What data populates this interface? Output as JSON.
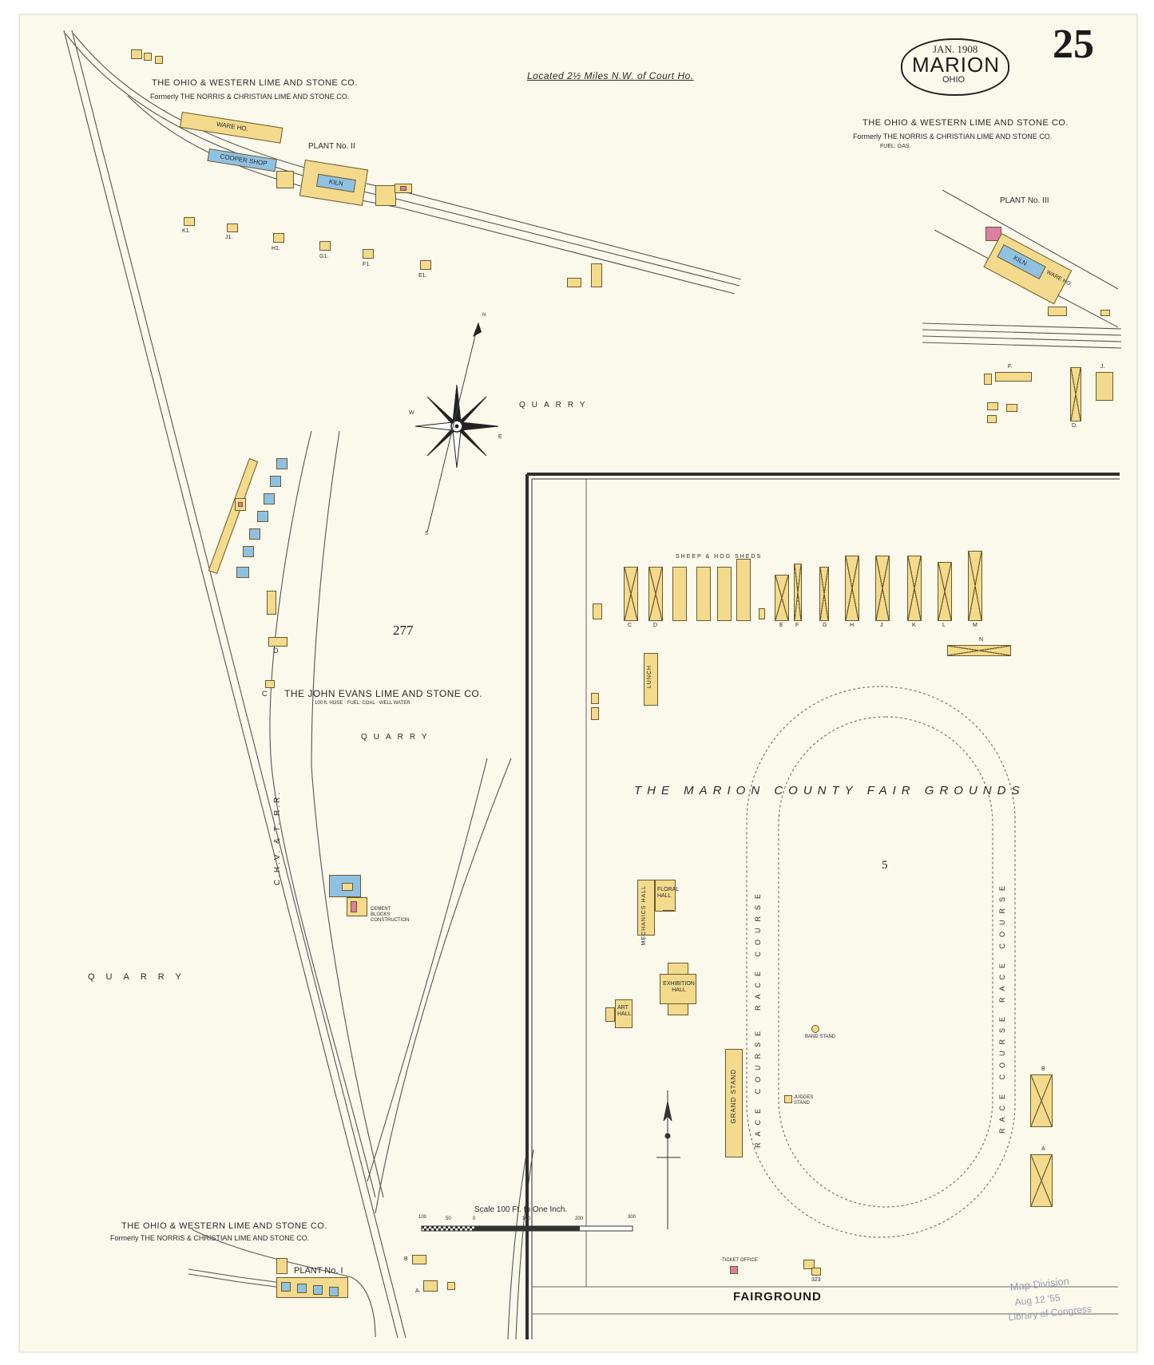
{
  "header": {
    "date": "JAN. 1908",
    "city": "MARION",
    "state": "OHIO",
    "sheet_number": "25",
    "location_note": "Located 2½ Miles N.W. of Court Ho."
  },
  "companies": {
    "plant2": {
      "name": "THE OHIO & WESTERN LIME AND STONE CO.",
      "formerly": "Formerly THE NORRIS & CHRISTIAN LIME AND STONE CO.",
      "plant": "PLANT No. II",
      "labels": {
        "warehouse": "WARE HO.",
        "cooper": "COOPER SHOP",
        "kiln": "KILN"
      },
      "houses": [
        "K1.",
        "J1.",
        "H1.",
        "G1.",
        "F1.",
        "E1."
      ]
    },
    "plant3": {
      "name": "THE OHIO & WESTERN LIME AND STONE CO.",
      "formerly": "Formerly THE NORRIS & CHRISTIAN LIME AND STONE CO.",
      "fuel": "FUEL: GAS.",
      "plant": "PLANT No. III",
      "labels": {
        "kiln": "KILN",
        "warehouse": "WARE HO."
      },
      "houses": [
        "F.",
        "J.",
        "D."
      ]
    },
    "plant1": {
      "name": "THE OHIO & WESTERN LIME AND STONE CO.",
      "formerly": "Formerly THE NORRIS & CHRISTIAN LIME AND STONE CO.",
      "plant": "PLANT No. I",
      "houses": [
        "B",
        "A."
      ]
    },
    "evans": {
      "name": "THE JOHN EVANS LIME AND STONE CO.",
      "detail": "100 ft. HOSE · FUEL: COAL · WELL WATER",
      "houses": [
        "C",
        "D"
      ],
      "cement": "CEMENT BLOCKS CONSTRUCTION"
    }
  },
  "quarry_labels": [
    "QUARRY",
    "QUARRY",
    "QUARRY"
  ],
  "railroad": "C.H.V. & T. R.R.",
  "block_numbers": {
    "west": "277",
    "fairgrounds": "5"
  },
  "fairgrounds": {
    "title": "THE MARION COUNTY FAIR GROUNDS",
    "sheds_label": "SHEEP & HOG SHEDS",
    "shed_letters": [
      "C",
      "D",
      "E",
      "F",
      "G",
      "H",
      "J",
      "K",
      "L",
      "M",
      "N"
    ],
    "lunch": "LUNCH",
    "mechanics_hall": "MECHANICS HALL",
    "floral_hall": "FLORAL HALL",
    "exhibition_hall": "EXHIBITION HALL",
    "art_hall": "ART HALL",
    "grand_stand": "GRAND STAND",
    "race_course": "RACE COURSE",
    "band_stand": "BAND STAND",
    "judges_stand": "JUDGES STAND",
    "ticket_office": "TICKET OFFICE",
    "east_letters": [
      "B",
      "A"
    ]
  },
  "compass": {
    "n": "N",
    "s": "S",
    "e": "E",
    "w": "W"
  },
  "scale": {
    "label": "Scale 100 Ft. to One Inch.",
    "ticks": [
      "100",
      "50",
      "0",
      "100",
      "200",
      "300"
    ]
  },
  "street": {
    "name": "FAIRGROUND",
    "number": "323"
  },
  "stamp": {
    "line1": "Map Division",
    "line2": "Aug 12 '55",
    "line3": "Library of Congress"
  },
  "colors": {
    "paper": "#fbf8ec",
    "frame": "#2e2e2e",
    "building": "#f3da8d",
    "stone": "#8fc2e2",
    "brick": "#d97fa0",
    "ink": "#2a2a2a"
  }
}
